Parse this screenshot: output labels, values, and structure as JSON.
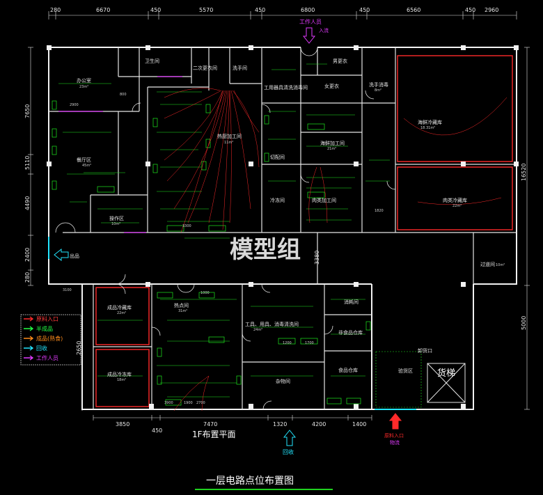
{
  "titles": {
    "main": "一层电路点位布置图",
    "plan_label": "1F布置平面",
    "watermark": "模型组"
  },
  "dims_top": [
    "280",
    "6670",
    "450",
    "5570",
    "450",
    "6800",
    "450",
    "6560",
    "450",
    "2960"
  ],
  "dims_bottom": [
    "3850",
    "450",
    "7470",
    "1320",
    "4200",
    "1400"
  ],
  "dims_left": [
    "7650",
    "5110",
    "4490",
    "2400",
    "280",
    "2650"
  ],
  "dims_right": [
    "16520",
    "5000"
  ],
  "inner_dims": [
    "3100",
    "2900",
    "800",
    "3380",
    "1820",
    "1200",
    "1700",
    "1000",
    "3300",
    "1900",
    "3900",
    "2700"
  ],
  "rooms": {
    "office": "办公室",
    "office_area": "23m²",
    "toilet": "卫生间",
    "secondary_change": "二次更衣间",
    "wash": "洗手间",
    "tools_wash": "工用器具清洗消毒间",
    "men_change": "男更衣",
    "women_change": "女更衣",
    "hand_wash": "洗手消毒",
    "hand_wash_area": "8m²",
    "seafood_cold": "海鲜冷藏库",
    "seafood_cold_area": "18.31m²",
    "hot_kitchen": "热厨加工间",
    "hot_kitchen_area": "11m²",
    "seafood_process": "海鲜加工间",
    "seafood_process_area": "21m²",
    "cut_room": "切配间",
    "cold_store": "冷冻间",
    "meat_process": "肉类加工间",
    "meat_cold": "肉类冷藏库",
    "meat_cold_area": "22m²",
    "dining_hall": "餐厅区",
    "dining_area": "45m²",
    "operation": "操作区",
    "operation_area": "10m²",
    "corridor": "过道间",
    "corridor_area": "10m²",
    "finished_cold": "成品冷藏库",
    "finished_cold_area": "22m²",
    "finished_freeze": "成品冷冻库",
    "finished_freeze_area": "18m²",
    "hot_side": "热点间",
    "hot_side_area": "31m²",
    "tools_clean": "工具、用具、消毒清洗间",
    "tools_clean_area": "24m²",
    "consumables": "消耗间",
    "nonfood_store": "非食品仓库",
    "food_store": "食品仓库",
    "sundry": "杂物间",
    "receiving": "验货区",
    "unload_door": "卸货口",
    "stairs": "货梯"
  },
  "entries": {
    "staff_entry": "工作人员",
    "staff_entry_flow": "入流",
    "exit": "出品",
    "recycle": "回收",
    "raw_entry": "原料入口",
    "raw_entry_flow": "物流"
  },
  "legend": [
    {
      "label": "原料入口",
      "color": "#ff2a2a"
    },
    {
      "label": "半成品",
      "color": "#22ff44"
    },
    {
      "label": "成品(熟食)",
      "color": "#ff8c1a"
    },
    {
      "label": "回收",
      "color": "#22e6ff"
    },
    {
      "label": "工作人员",
      "color": "#e23bff"
    }
  ],
  "colors": {
    "wall": "#f2f2f2",
    "green": "#1fe81f",
    "red": "#ff2a2a",
    "cyan": "#22e6ff",
    "magenta": "#e23bff",
    "title_underline": "#1fd11f"
  }
}
